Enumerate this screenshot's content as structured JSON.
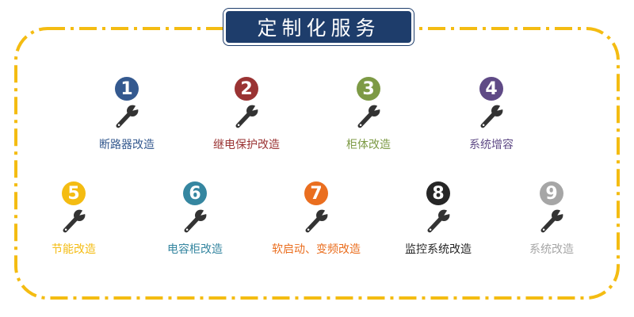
{
  "title": "定制化服务",
  "services": [
    {
      "number": "1",
      "label": "断路器改造",
      "color": "#34598f",
      "icon": "wrench-icon"
    },
    {
      "number": "2",
      "label": "继电保护改造",
      "color": "#9a3333",
      "icon": "wrench-icon"
    },
    {
      "number": "3",
      "label": "柜体改造",
      "color": "#7d9a45",
      "icon": "wrench-icon"
    },
    {
      "number": "4",
      "label": "系统增容",
      "color": "#5f4a86",
      "icon": "wrench-icon"
    },
    {
      "number": "5",
      "label": "节能改造",
      "color": "#f4bc12",
      "icon": "wrench-icon"
    },
    {
      "number": "6",
      "label": "电容柜改造",
      "color": "#3586a0",
      "icon": "wrench-icon"
    },
    {
      "number": "7",
      "label": "软启动、变频改造",
      "color": "#ea6e1f",
      "icon": "wrench-icon"
    },
    {
      "number": "8",
      "label": "监控系统改造",
      "color": "#262626",
      "icon": "wrench-icon"
    },
    {
      "number": "9",
      "label": "系统改造",
      "color": "#a6a6a6",
      "icon": "wrench-icon"
    }
  ],
  "colors": {
    "frame_border": "#f4bc12",
    "title_background": "#1e3d6b",
    "wrench": "#333333"
  }
}
